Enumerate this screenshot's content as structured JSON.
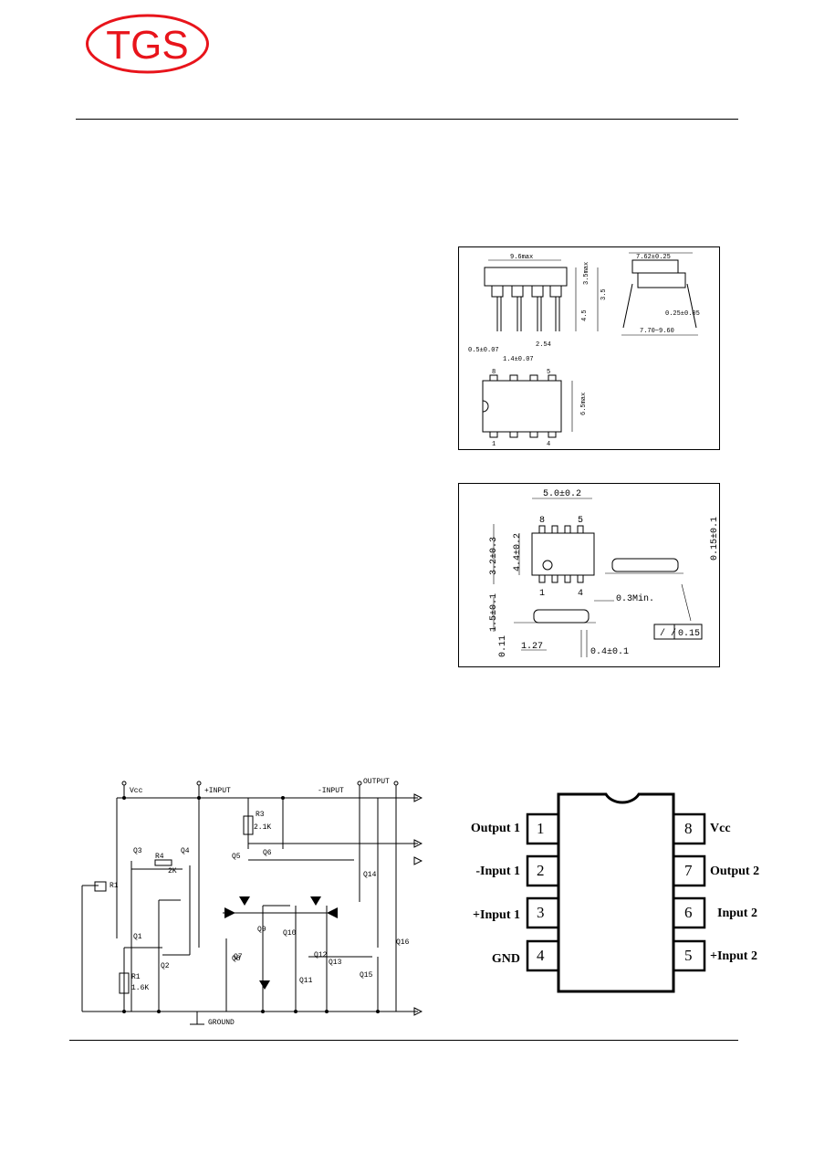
{
  "logo": {
    "text": "TGS",
    "color": "#e8141b"
  },
  "dip_drawing": {
    "dims": [
      "9.6max",
      "7.62±0.25",
      "3.5max",
      "3.5",
      "4.5",
      "0.5±0.07",
      "1.4±0.07",
      "2.54",
      "0.25±0.05",
      "7.70~9.60",
      "6.5max"
    ],
    "pins": [
      "8",
      "5",
      "1",
      "4"
    ]
  },
  "sop_drawing": {
    "dims": [
      "5.0±0.2",
      "3.2±0.3",
      "4.4±0.2",
      "0.15±0.1",
      "0.3Min.",
      "1.5±0.1",
      "0.11",
      "1.27",
      "0.4±0.1",
      "0.15"
    ],
    "pins": [
      "8",
      "5",
      "1",
      "4"
    ]
  },
  "schematic": {
    "nodes": [
      "Vcc",
      "+INPUT",
      "-INPUT",
      "OUTPUT",
      "GROUND"
    ],
    "parts": [
      "Q3",
      "R4",
      "2K",
      "Q4",
      "Q5",
      "Q6",
      "R3",
      "2.1K",
      "Q14",
      "R1",
      "Q1",
      "Q2",
      "R1",
      "1.6K",
      "Q7",
      "Q8",
      "Q9",
      "Q10",
      "Q11",
      "Q12",
      "Q13",
      "Q15",
      "Q16"
    ]
  },
  "pinout": {
    "left": [
      {
        "num": "1",
        "label": "Output 1"
      },
      {
        "num": "2",
        "label": "-Input 1"
      },
      {
        "num": "3",
        "label": "+Input 1"
      },
      {
        "num": "4",
        "label": "GND"
      }
    ],
    "right": [
      {
        "num": "8",
        "label": "Vcc"
      },
      {
        "num": "7",
        "label": "Output 2"
      },
      {
        "num": "6",
        "label": "Input 2"
      },
      {
        "num": "5",
        "label": "+Input 2"
      }
    ]
  }
}
